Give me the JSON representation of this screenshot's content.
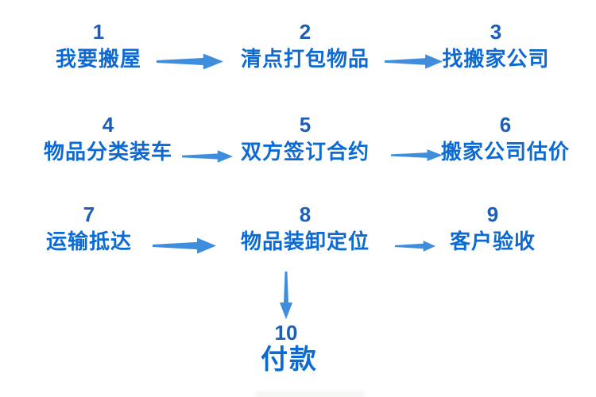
{
  "colors": {
    "background": "#ffffff",
    "step_number": "#1c5eb8",
    "step_label": "#0c6ad2",
    "arrow": "#3f8ede"
  },
  "flow": {
    "rows": [
      {
        "steps": [
          {
            "number": "1",
            "label": "我要搬屋"
          },
          {
            "number": "2",
            "label": "清点打包物品"
          },
          {
            "number": "3",
            "label": "找搬家公司"
          }
        ]
      },
      {
        "steps": [
          {
            "number": "4",
            "label": "物品分类装车"
          },
          {
            "number": "5",
            "label": "双方签订合约"
          },
          {
            "number": "6",
            "label": "搬家公司估价"
          }
        ]
      },
      {
        "steps": [
          {
            "number": "7",
            "label": "运输抵达"
          },
          {
            "number": "8",
            "label": "物品装卸定位"
          },
          {
            "number": "9",
            "label": "客户验收"
          }
        ]
      }
    ],
    "final": {
      "number": "10",
      "label": "付款"
    }
  },
  "icons": {
    "horizontal_arrow": "arrow-right-icon",
    "vertical_arrow": "arrow-down-icon"
  }
}
